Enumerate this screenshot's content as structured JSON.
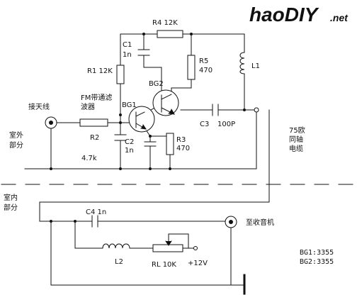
{
  "watermark": {
    "brand": "haoDIY",
    "suffix": ".net",
    "color": "#9a9a9a"
  },
  "components": {
    "r4": "R4 12K",
    "c1_name": "C1",
    "c1_value": "1n",
    "r1": "R1 12K",
    "r5_name": "R5",
    "r5_value": "470",
    "l1": "L1",
    "bg2": "BG2",
    "bg1": "BG1",
    "c3": "C3",
    "c3_value": "100P",
    "r2": "R2",
    "r2_value": "4.7k",
    "c2_name": "C2",
    "c2_value": "1n",
    "r3_name": "R3",
    "r3_value": "470",
    "c4": "C4 1n",
    "l2": "L2",
    "rl": "RL 10K",
    "supply": "+12V"
  },
  "labels": {
    "antenna_port": "接天线",
    "fm_filter_line1": "FM带通滤",
    "fm_filter_line2": "波器",
    "outdoor_line1": "室外",
    "outdoor_line2": "部分",
    "indoor_line1": "室内",
    "indoor_line2": "部分",
    "cable_line1": "75欧",
    "cable_line2": "同轴",
    "cable_line3": "电缆",
    "to_radio": "至收音机",
    "bg1_part": "BG1:3355",
    "bg2_part": "BG2:3355"
  }
}
